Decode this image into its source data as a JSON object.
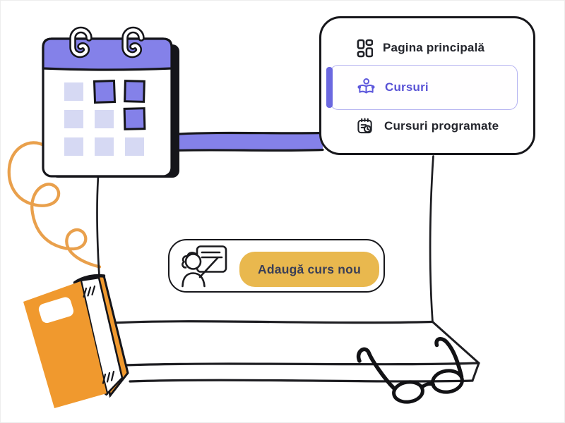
{
  "sidebar_menu": {
    "items": [
      {
        "label": "Pagina principală",
        "icon": "dashboard-icon",
        "active": false
      },
      {
        "label": "Cursuri",
        "icon": "person-reading-icon",
        "active": true
      },
      {
        "label": "Cursuri programate",
        "icon": "calendar-clock-icon",
        "active": false
      }
    ]
  },
  "action_card": {
    "icon": "teacher-presenting-icon",
    "button_label": "Adaugă curs nou"
  },
  "colors": {
    "accent_purple": "#8481e9",
    "accent_purple_dark": "#6b68e0",
    "active_text_purple": "#5953d6",
    "active_border_purple": "#b6b4f1",
    "lavender_light": "#d6d9f3",
    "button_amber": "#e9b84e",
    "button_text_navy": "#393e57",
    "illustration_orange": "#f0992e",
    "squiggle_orange": "#e9a04c",
    "ink_black": "#1b1b1f"
  }
}
